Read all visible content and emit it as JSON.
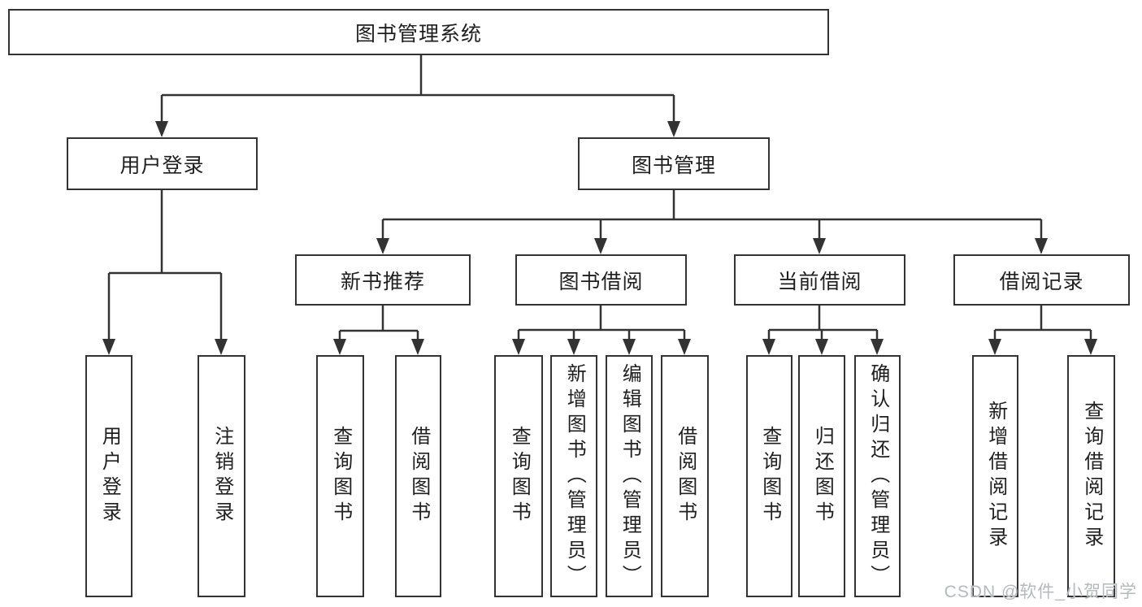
{
  "diagram": {
    "title": "图书管理系统",
    "nodes": {
      "user_login": "用户登录",
      "book_management": "图书管理",
      "new_book_recommend": "新书推荐",
      "book_borrow": "图书借阅",
      "current_borrow": "当前借阅",
      "borrow_record": "借阅记录"
    },
    "leaves": {
      "user_login": [
        "用户登录",
        "注销登录"
      ],
      "new_book_recommend": [
        "查询图书",
        "借阅图书"
      ],
      "book_borrow": [
        "查询图书",
        "新增图书（管理员）",
        "编辑图书（管理员）",
        "借阅图书"
      ],
      "current_borrow": [
        "查询图书",
        "归还图书",
        "确认归还（管理员）"
      ],
      "borrow_record": [
        "新增借阅记录",
        "查询借阅记录"
      ]
    },
    "colors": {
      "line": "#333333",
      "text": "#1f1f1f",
      "background": "#ffffff",
      "watermark": "#b4b9be"
    }
  },
  "watermark": {
    "text": "CSDN @软件_小贺同学"
  }
}
